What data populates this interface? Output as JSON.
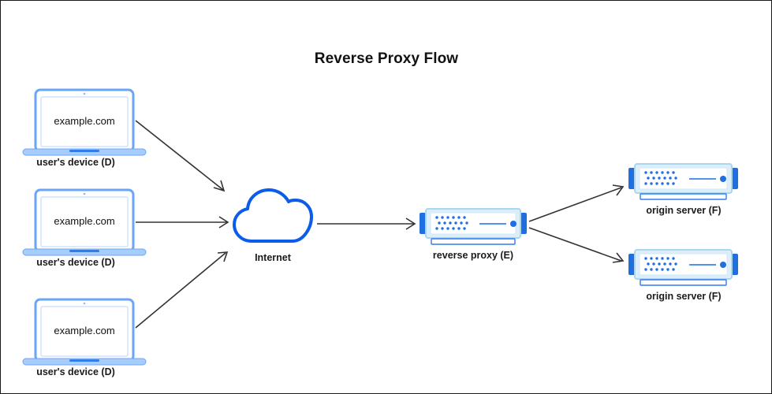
{
  "title": "Reverse Proxy Flow",
  "colors": {
    "canvas_background": "#ffffff",
    "canvas_border": "#1a1a1a",
    "laptop_outline": "#6aa6f7",
    "laptop_base": "#a8cdfb",
    "laptop_trackpad": "#2f7ded",
    "laptop_screen": "#ffffff",
    "cloud_outline": "#0b5cea",
    "server_body_fill": "#f7fbff",
    "server_body_outline": "#bfe0f5",
    "server_endcap": "#1f6fe0",
    "server_dot": "#1f6fe0",
    "server_shelf": "#2f7ded",
    "arrow": "#333333",
    "title_text": "#111111",
    "label_text": "#1b1b1b"
  },
  "nodes": {
    "devices": [
      {
        "id": "device-top",
        "screen_text": "example.com",
        "label": "user's device (D)"
      },
      {
        "id": "device-middle",
        "screen_text": "example.com",
        "label": "user's device (D)"
      },
      {
        "id": "device-bottom",
        "screen_text": "example.com",
        "label": "user's device (D)"
      }
    ],
    "internet": {
      "id": "internet-cloud",
      "label": "Internet"
    },
    "reverse_proxy": {
      "id": "reverse-proxy",
      "label": "reverse proxy (E)"
    },
    "origin_servers": [
      {
        "id": "origin-server-top",
        "label": "origin server (F)"
      },
      {
        "id": "origin-server-bottom",
        "label": "origin server (F)"
      }
    ]
  },
  "edges": [
    {
      "id": "edge-device-top-to-internet",
      "from": "device-top",
      "to": "internet-cloud"
    },
    {
      "id": "edge-device-middle-to-internet",
      "from": "device-middle",
      "to": "internet-cloud"
    },
    {
      "id": "edge-device-bottom-to-internet",
      "from": "device-bottom",
      "to": "internet-cloud"
    },
    {
      "id": "edge-internet-to-reverse-proxy",
      "from": "internet-cloud",
      "to": "reverse-proxy"
    },
    {
      "id": "edge-reverse-proxy-to-origin-top",
      "from": "reverse-proxy",
      "to": "origin-server-top"
    },
    {
      "id": "edge-reverse-proxy-to-origin-bottom",
      "from": "reverse-proxy",
      "to": "origin-server-bottom"
    }
  ]
}
